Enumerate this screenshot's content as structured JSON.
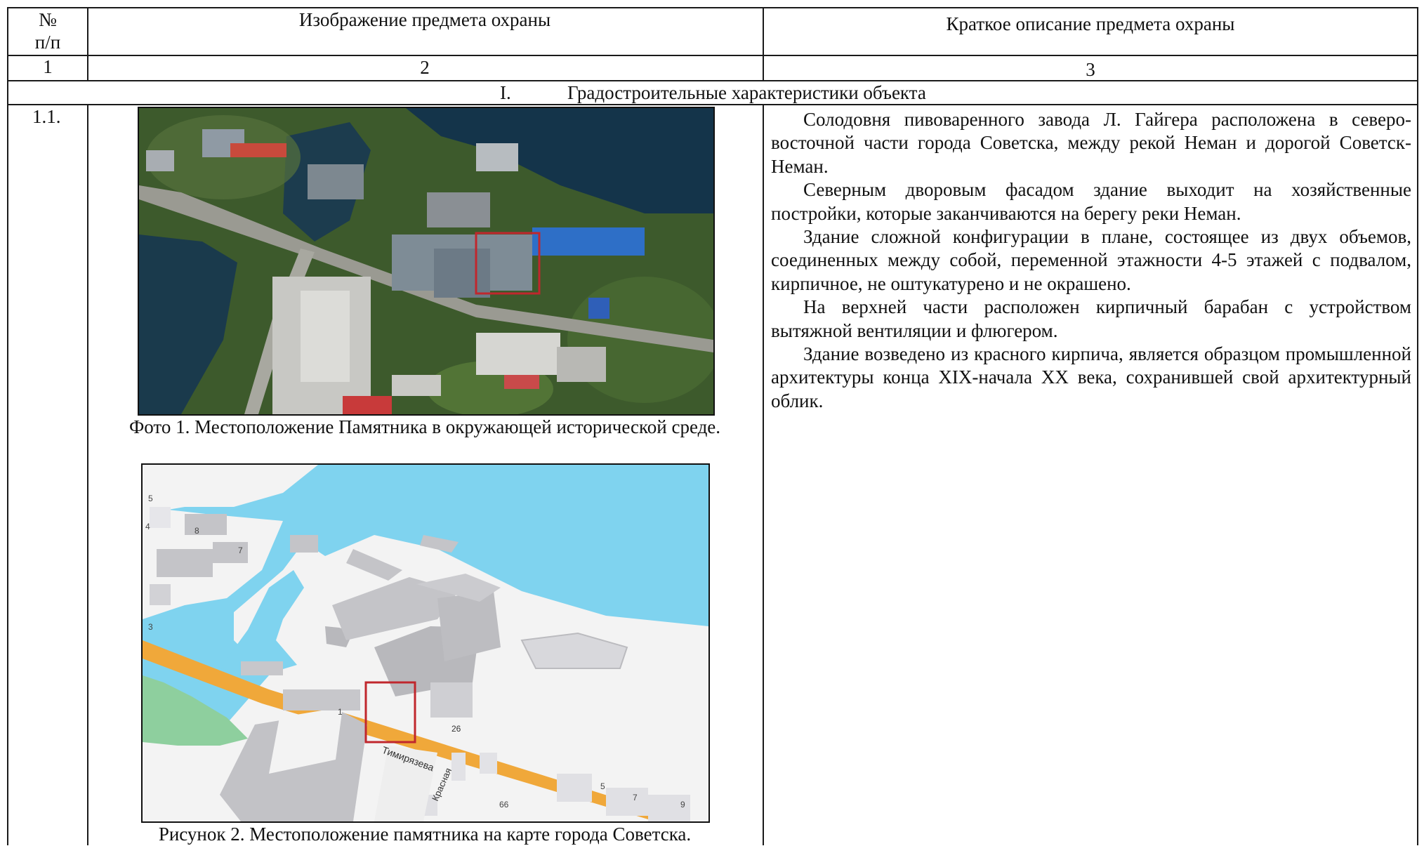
{
  "table": {
    "headers": {
      "num": "№\nп/п",
      "image": "Изображение предмета охраны",
      "desc": "Краткое описание предмета охраны"
    },
    "col_numbers": [
      "1",
      "2",
      "3"
    ],
    "section": {
      "roman": "I.",
      "title": "Градостроительные характеристики объекта"
    },
    "row": {
      "num": "1.1.",
      "photo_caption": "Фото 1. Местоположение Памятника в окружающей исторической среде.",
      "map_caption": "Рисунок 2. Местоположение памятника на карте города Советска.",
      "map_labels": {
        "street1": "Тимирязева",
        "street2": "Красная",
        "house_marked": "26",
        "b1": "1",
        "b5": "5",
        "b66": "66",
        "b7": "7",
        "b9": "9",
        "b3": "3",
        "b4": "4",
        "b5a": "5",
        "b7a": "7",
        "b8": "8"
      },
      "paragraphs": [
        "Солодовня пивоваренного завода Л. Гайгера расположена в северо-восточной части города Советска, между рекой Неман и дорогой Советск- Неман.",
        "Северным дворовым фасадом здание выходит на хозяйственные постройки, которые заканчиваются на берегу реки Неман.",
        "Здание сложной конфигурации в плане, состоящее из двух объемов, соединенных между собой, переменной этажности 4-5 этажей с подвалом, кирпичное, не оштукатурено и не окрашено.",
        "На верхней части расположен кирпичный барабан с устройством вытяжной вентиляции и флюгером.",
        "Здание возведено из красного кирпича, является образцом промышленной архитектуры конца XIX-начала XX века, сохранившей свой архитектурный облик."
      ]
    }
  },
  "colors": {
    "highlight": "#c0272d",
    "water": "#7fd3ef",
    "road": "#f0a83a",
    "building": "#b8b8bc"
  }
}
